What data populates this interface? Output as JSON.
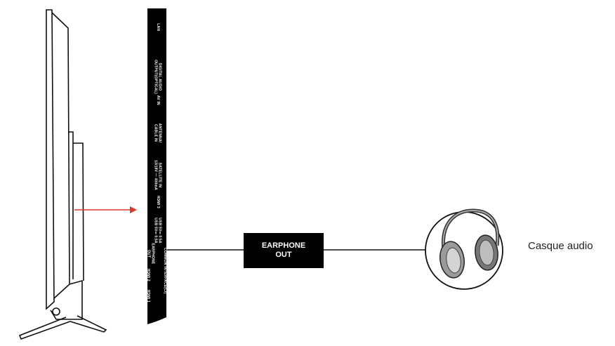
{
  "panel_labels": [
    "LAN",
    "DIGITAL AUDIO\nOUTPUT(OPTICAL)",
    "AV IN",
    "ANTENNA/\nCABLE IN",
    "SATELLITE IN\n13/18V — 400mA",
    "HDMI 3",
    "USB 5V⎓ 0.5A\nUSB 5V⎓ 0.5A",
    "EARPHONE\nOUT",
    "COMMON INTERFACE(CI)",
    "HDMI 2",
    "HDMI 1"
  ],
  "earphone_box": {
    "line1": "EARPHONE",
    "line2": "OUT"
  },
  "headphone_label": "Casque audio",
  "colors": {
    "arrow": "#d9392b",
    "panel": "#000000",
    "line": "#111111"
  }
}
